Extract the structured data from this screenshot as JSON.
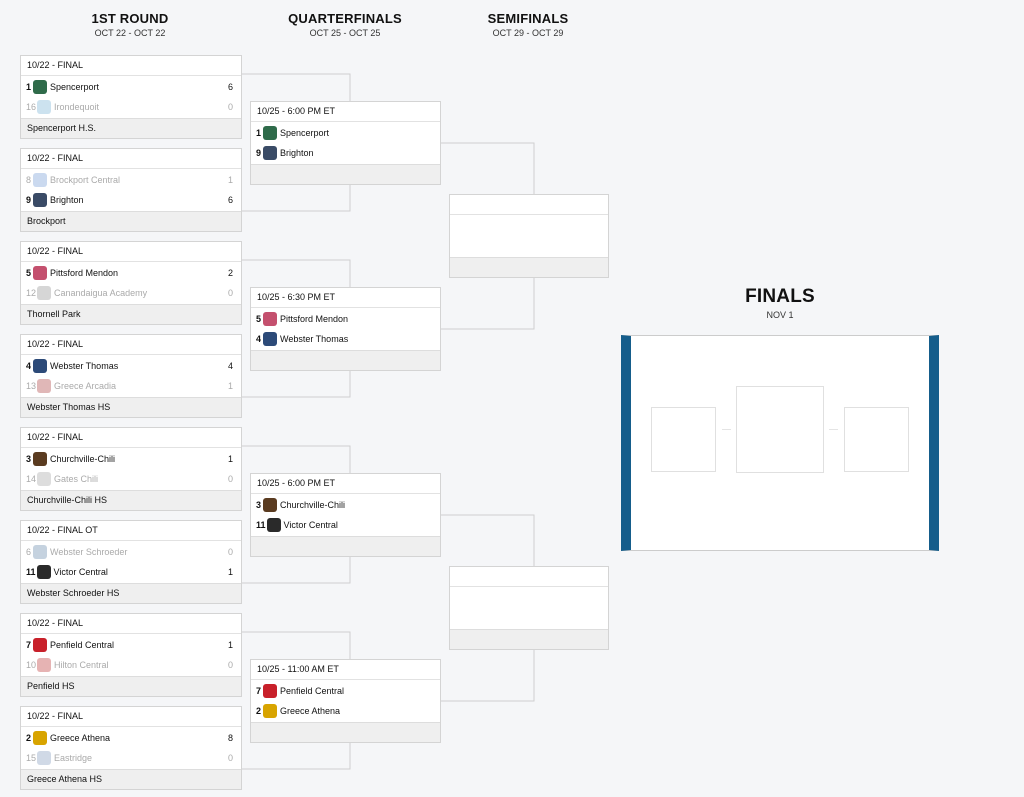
{
  "rounds": [
    {
      "title": "1ST ROUND",
      "dates": "OCT 22 - OCT 22"
    },
    {
      "title": "QUARTERFINALS",
      "dates": "OCT 25 - OCT 25"
    },
    {
      "title": "SEMIFINALS",
      "dates": "OCT 29 - OCT 29"
    },
    {
      "title": "FINALS",
      "dates": "NOV 1"
    }
  ],
  "first_round": [
    {
      "status": "10/22 - FINAL",
      "venue": "Spencerport H.S.",
      "teams": [
        {
          "seed": "1",
          "name": "Spencerport",
          "score": "6",
          "win": true,
          "color": "#2f6b4a"
        },
        {
          "seed": "16",
          "name": "Irondequoit",
          "score": "0",
          "win": false,
          "color": "#7fb6d6"
        }
      ]
    },
    {
      "status": "10/22 - FINAL",
      "venue": "Brockport",
      "teams": [
        {
          "seed": "8",
          "name": "Brockport Central",
          "score": "1",
          "win": false,
          "color": "#7a9fd6"
        },
        {
          "seed": "9",
          "name": "Brighton",
          "score": "6",
          "win": true,
          "color": "#3a4b66"
        }
      ]
    },
    {
      "status": "10/22 - FINAL",
      "venue": "Thornell Park",
      "teams": [
        {
          "seed": "5",
          "name": "Pittsford Mendon",
          "score": "2",
          "win": true,
          "color": "#c4506e"
        },
        {
          "seed": "12",
          "name": "Canandaigua Academy",
          "score": "0",
          "win": false,
          "color": "#999999"
        }
      ]
    },
    {
      "status": "10/22 - FINAL",
      "venue": "Webster Thomas HS",
      "teams": [
        {
          "seed": "4",
          "name": "Webster Thomas",
          "score": "4",
          "win": true,
          "color": "#2c4a78"
        },
        {
          "seed": "13",
          "name": "Greece Arcadia",
          "score": "1",
          "win": false,
          "color": "#b24a4a"
        }
      ]
    },
    {
      "status": "10/22 - FINAL",
      "venue": "Churchville-Chili HS",
      "teams": [
        {
          "seed": "3",
          "name": "Churchville-Chili",
          "score": "1",
          "win": true,
          "color": "#5a3b20"
        },
        {
          "seed": "14",
          "name": "Gates Chili",
          "score": "0",
          "win": false,
          "color": "#aaaaaa"
        }
      ]
    },
    {
      "status": "10/22 - FINAL OT",
      "venue": "Webster Schroeder HS",
      "teams": [
        {
          "seed": "6",
          "name": "Webster Schroeder",
          "score": "0",
          "win": false,
          "color": "#6d8fb0"
        },
        {
          "seed": "11",
          "name": "Victor Central",
          "score": "1",
          "win": true,
          "color": "#2a2a2a"
        }
      ]
    },
    {
      "status": "10/22 - FINAL",
      "venue": "Penfield HS",
      "teams": [
        {
          "seed": "7",
          "name": "Penfield Central",
          "score": "1",
          "win": true,
          "color": "#c8202a"
        },
        {
          "seed": "10",
          "name": "Hilton Central",
          "score": "0",
          "win": false,
          "color": "#c04040"
        }
      ]
    },
    {
      "status": "10/22 - FINAL",
      "venue": "Greece Athena HS",
      "teams": [
        {
          "seed": "2",
          "name": "Greece Athena",
          "score": "8",
          "win": true,
          "color": "#d8a400"
        },
        {
          "seed": "15",
          "name": "Eastridge",
          "score": "0",
          "win": false,
          "color": "#8aa0c0"
        }
      ]
    }
  ],
  "quarterfinals": [
    {
      "status": "10/25 - 6:00 PM ET",
      "teams": [
        {
          "seed": "1",
          "name": "Spencerport",
          "color": "#2f6b4a"
        },
        {
          "seed": "9",
          "name": "Brighton",
          "color": "#3a4b66"
        }
      ]
    },
    {
      "status": "10/25 - 6:30 PM ET",
      "teams": [
        {
          "seed": "5",
          "name": "Pittsford Mendon",
          "color": "#c4506e"
        },
        {
          "seed": "4",
          "name": "Webster Thomas",
          "color": "#2c4a78"
        }
      ]
    },
    {
      "status": "10/25 - 6:00 PM ET",
      "teams": [
        {
          "seed": "3",
          "name": "Churchville-Chili",
          "color": "#5a3b20"
        },
        {
          "seed": "11",
          "name": "Victor Central",
          "color": "#2a2a2a"
        }
      ]
    },
    {
      "status": "10/25 - 11:00 AM ET",
      "teams": [
        {
          "seed": "7",
          "name": "Penfield Central",
          "color": "#c8202a"
        },
        {
          "seed": "2",
          "name": "Greece Athena",
          "color": "#d8a400"
        }
      ]
    }
  ],
  "accent": "#155d8b"
}
